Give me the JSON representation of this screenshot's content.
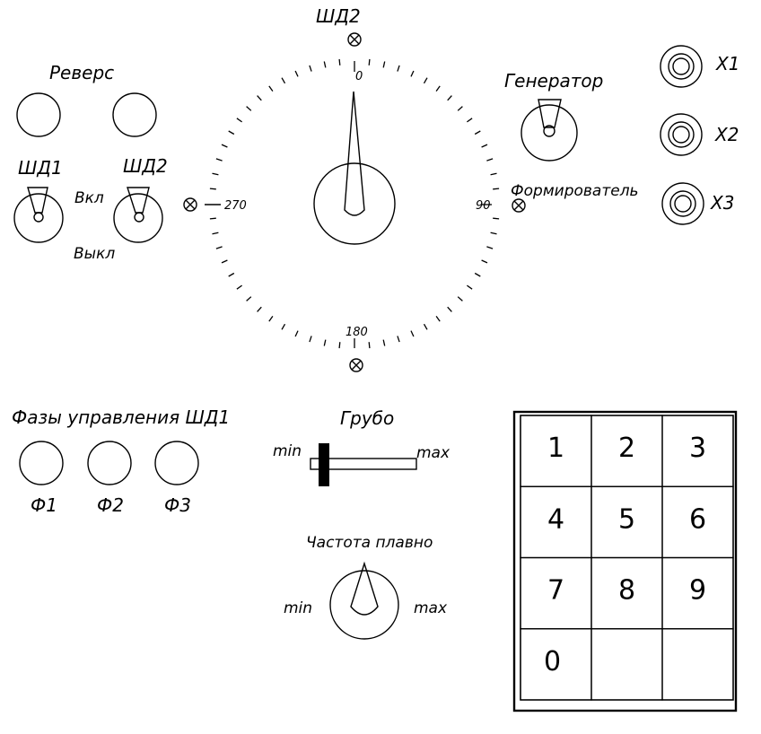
{
  "reverse": {
    "title": "Реверс"
  },
  "stepper_switches": {
    "sd1_label": "ШД1",
    "sd2_label": "ШД2",
    "on_label": "Вкл",
    "off_label": "Выкл"
  },
  "dial": {
    "top_label": "ШД2",
    "angle_labels": {
      "top": "0",
      "right": "90",
      "bottom": "180",
      "left": "270"
    }
  },
  "generator": {
    "label": "Генератор",
    "shaper_label": "Формирователь"
  },
  "sockets": [
    "X1",
    "X2",
    "X3"
  ],
  "phases": {
    "title": "Фазы управления ШД1",
    "labels": [
      "Ф1",
      "Ф2",
      "Ф3"
    ]
  },
  "coarse": {
    "title": "Грубо",
    "min_label": "min",
    "max_label": "max"
  },
  "fine": {
    "title": "Частота плавно",
    "min_label": "min",
    "max_label": "max"
  },
  "keypad": {
    "keys": [
      "1",
      "2",
      "3",
      "4",
      "5",
      "6",
      "7",
      "8",
      "9",
      "0",
      "",
      ""
    ]
  }
}
